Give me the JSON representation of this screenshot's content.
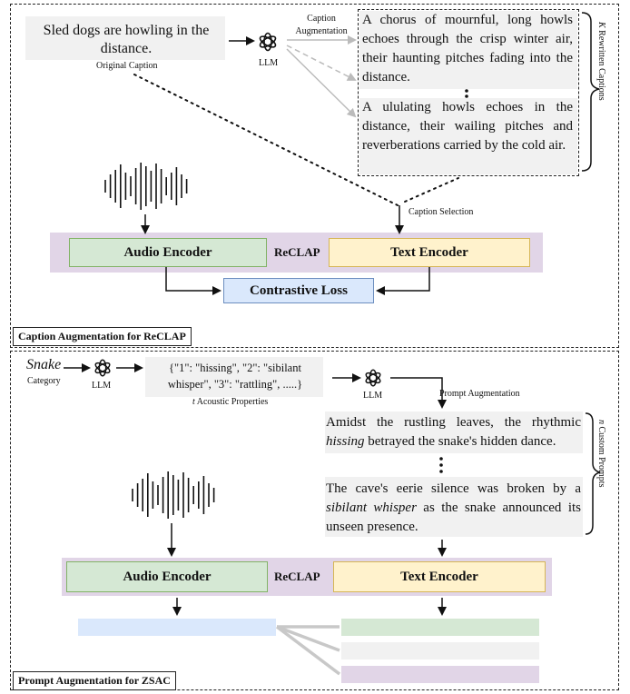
{
  "top_panel": {
    "label": "Caption Augmentation for ReCLAP",
    "original_caption": "Sled dogs are howling in the distance.",
    "original_caption_label": "Original Caption",
    "llm_label": "LLM",
    "augmentation_label": "Caption Augmentation",
    "rewritten_caption_1": "A chorus of mournful, long howls echoes through the crisp winter air, their haunting pitches fading into the distance.",
    "rewritten_caption_2": "A ululating howls echoes in the distance, their wailing pitches and reverberations carried by the cold air.",
    "rewritten_label_k": "K",
    "rewritten_label_text": " Rewritten Captions",
    "caption_selection": "Caption Selection",
    "audio_encoder": "Audio Encoder",
    "reclap": "ReCLAP",
    "text_encoder": "Text Encoder",
    "contrastive_loss": "Contrastive Loss"
  },
  "bottom_panel": {
    "label": "Prompt Augmentation for ZSAC",
    "category_word": "Snake",
    "category_label": "Category",
    "llm_label_1": "LLM",
    "llm_label_2": "LLM",
    "properties_text": "{\"1\": \"hissing\", \"2\": \"sibilant whisper\", \"3\": \"rattling\", .....}",
    "properties_label_t": "t",
    "properties_label_text": " Acoustic Properties",
    "prompt_augmentation": "Prompt Augmentation",
    "prompt1_pre": "Amidst the rustling leaves, the rhythmic ",
    "prompt1_em": "hissing",
    "prompt1_post": " betrayed the snake's hidden dance.",
    "prompt2_pre": "The cave's eerie silence was broken by a ",
    "prompt2_em": "sibilant whisper",
    "prompt2_post": " as the snake announced its unseen presence.",
    "custom_label_n": "n",
    "custom_label_text": " Custom Prompts",
    "audio_encoder": "Audio Encoder",
    "reclap": "ReCLAP",
    "text_encoder": "Text Encoder"
  },
  "colors": {
    "audio_green": "#d5e8d4",
    "text_yellow": "#fff2cc",
    "reclap_purple": "#e1d5e7",
    "loss_blue": "#dae8fc",
    "gray_box": "#f1f1f1"
  }
}
